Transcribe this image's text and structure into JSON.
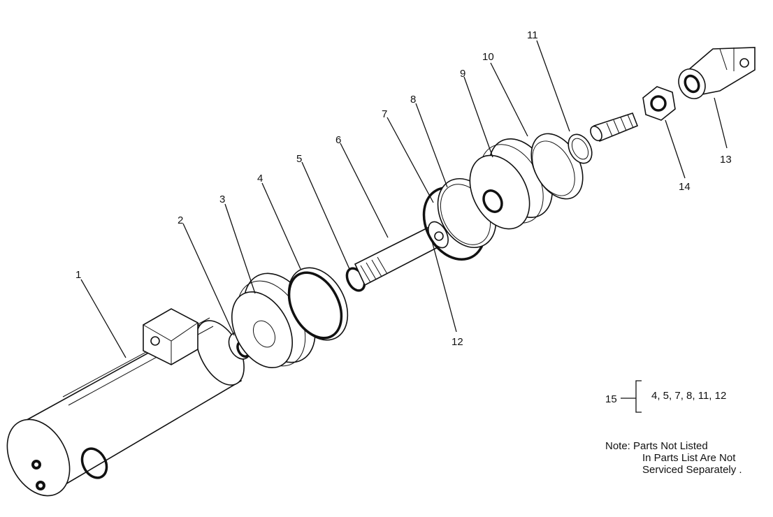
{
  "callouts": {
    "c1": "1",
    "c2": "2",
    "c3": "3",
    "c4": "4",
    "c5": "5",
    "c6": "6",
    "c7": "7",
    "c8": "8",
    "c9": "9",
    "c10": "10",
    "c11": "11",
    "c12": "12",
    "c13": "13",
    "c14": "14",
    "c15": "15"
  },
  "kit": {
    "number": "15",
    "parts": "4, 5, 7, 8, 11, 12"
  },
  "note": {
    "line1": "Note:  Parts Not Listed",
    "line2": "In Parts List Are Not",
    "line3": "Serviced Separately ."
  }
}
